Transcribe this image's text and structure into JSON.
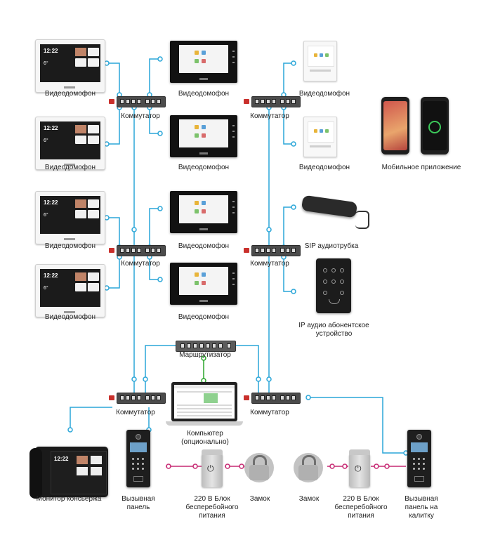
{
  "colors": {
    "network": "#2aa6d8",
    "power": "#c62872",
    "control": "#2aa52a"
  },
  "labels": {
    "videophone": "Видеодомофон",
    "switch": "Коммутатор",
    "router": "Маршрутизатор",
    "mobile_app": "Мобильное приложение",
    "sip_handset": "SIP аудиотрубка",
    "ip_audio": "IP аудио абонентское устройство",
    "computer": "Компьютер (опционально)",
    "concierge_monitor": "Монитор консьержа",
    "call_panel": "Вызывная панель",
    "ups": "220 В Блок бесперебойного питания",
    "lock": "Замок",
    "gate_call_panel": "Вызывная панель на калитку"
  },
  "screen": {
    "time": "12:22",
    "temp": "6°"
  }
}
